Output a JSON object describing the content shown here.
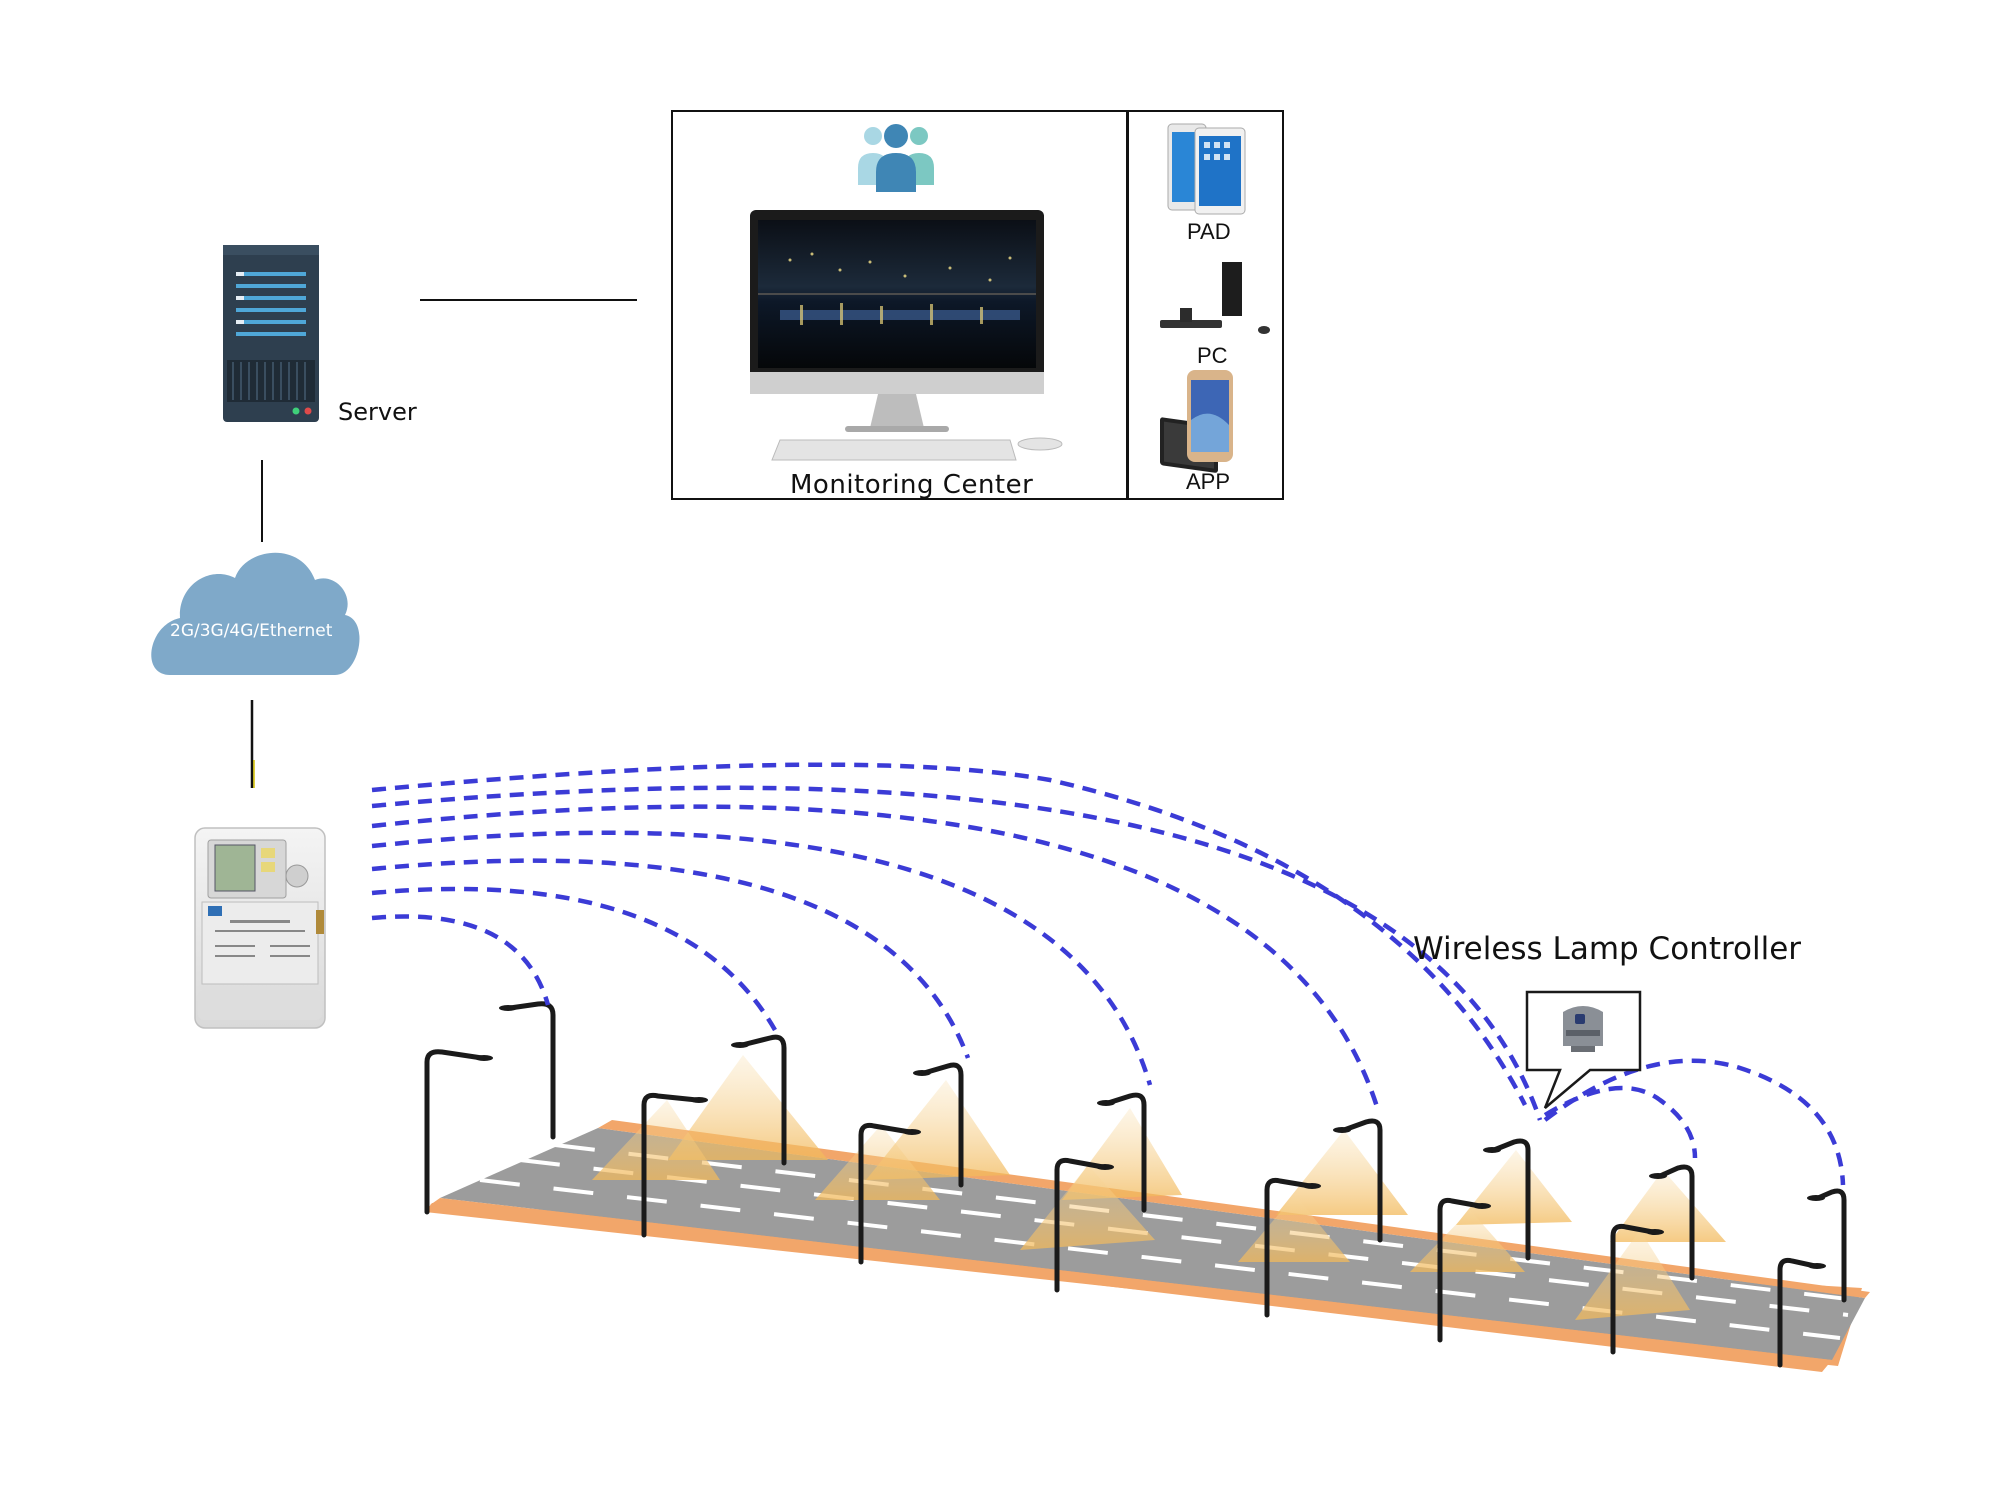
{
  "diagram": {
    "server_label": "Server",
    "network_label": "2G/3G/4G/Ethernet",
    "monitoring_center_label": "Monitoring Center",
    "devices": [
      {
        "label": "PAD",
        "icon": "tablet-icon"
      },
      {
        "label": "PC",
        "icon": "desktop-pc-icon"
      },
      {
        "label": "APP",
        "icon": "smartphone-icon"
      }
    ],
    "controller_label": "Wireless Lamp Controller"
  },
  "colors": {
    "link_dash": "#3b3bd6",
    "cloud": "#7fa9c9",
    "server_body": "#2e3f4f",
    "server_stripes": "#4fa7d8",
    "road": "#9c9c9c",
    "road_edge": "#f2a66a",
    "light_cone": "#f5c77a",
    "people_icon": "#5aa3c8"
  }
}
